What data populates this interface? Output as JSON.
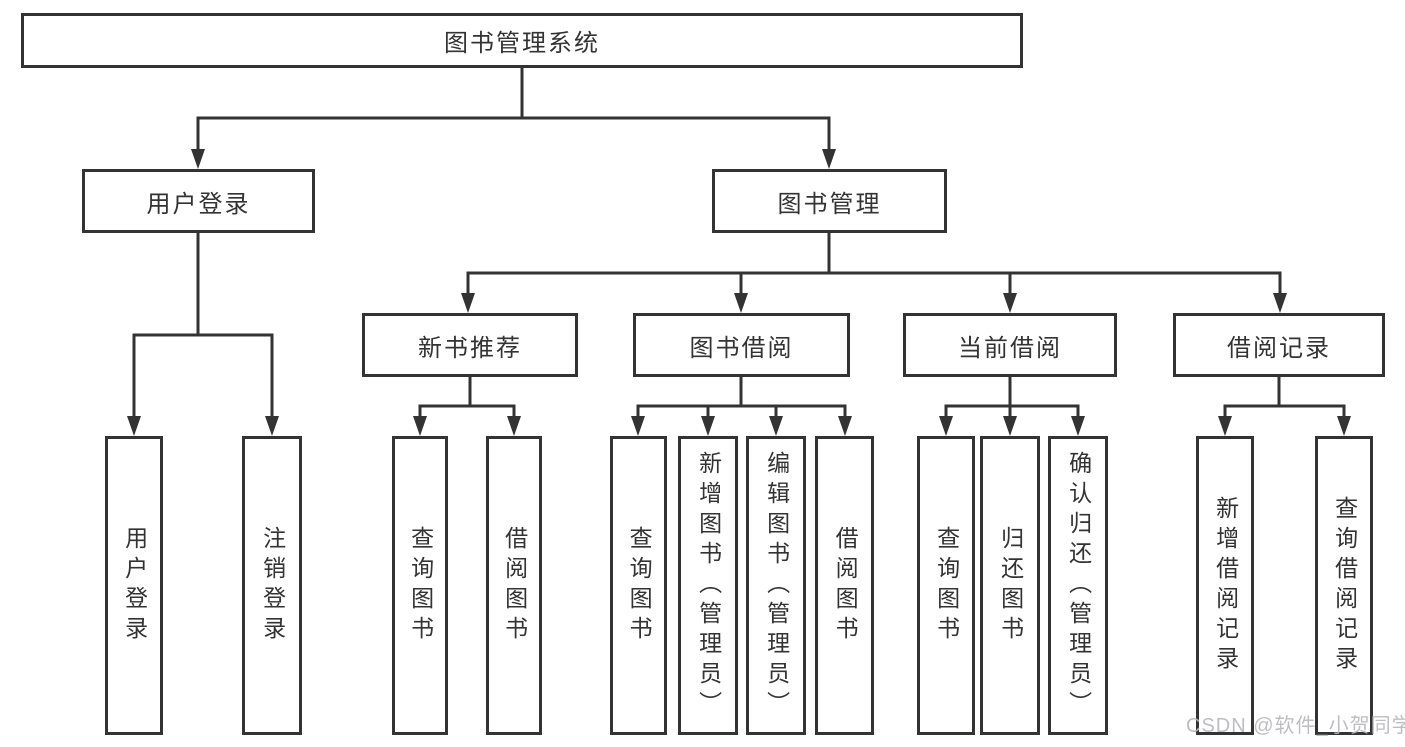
{
  "tree": {
    "root": {
      "label": "图书管理系统",
      "children": [
        {
          "label": "用户登录",
          "children": [
            {
              "label": "用户登录"
            },
            {
              "label": "注销登录"
            }
          ]
        },
        {
          "label": "图书管理",
          "children": [
            {
              "label": "新书推荐",
              "children": [
                {
                  "label": "查询图书"
                },
                {
                  "label": "借阅图书"
                }
              ]
            },
            {
              "label": "图书借阅",
              "children": [
                {
                  "label": "查询图书"
                },
                {
                  "label": "新增图书（管理员）"
                },
                {
                  "label": "编辑图书（管理员）"
                },
                {
                  "label": "借阅图书"
                }
              ]
            },
            {
              "label": "当前借阅",
              "children": [
                {
                  "label": "查询图书"
                },
                {
                  "label": "归还图书"
                },
                {
                  "label": "确认归还（管理员）"
                }
              ]
            },
            {
              "label": "借阅记录",
              "children": [
                {
                  "label": "新增借阅记录"
                },
                {
                  "label": "查询借阅记录"
                }
              ]
            }
          ]
        }
      ]
    }
  },
  "colors": {
    "line": "#333333",
    "text": "#333333",
    "background": "#ffffff",
    "watermark": "#b8b8bc"
  },
  "watermark": {
    "text": "CSDN @软件_小贺同学"
  }
}
